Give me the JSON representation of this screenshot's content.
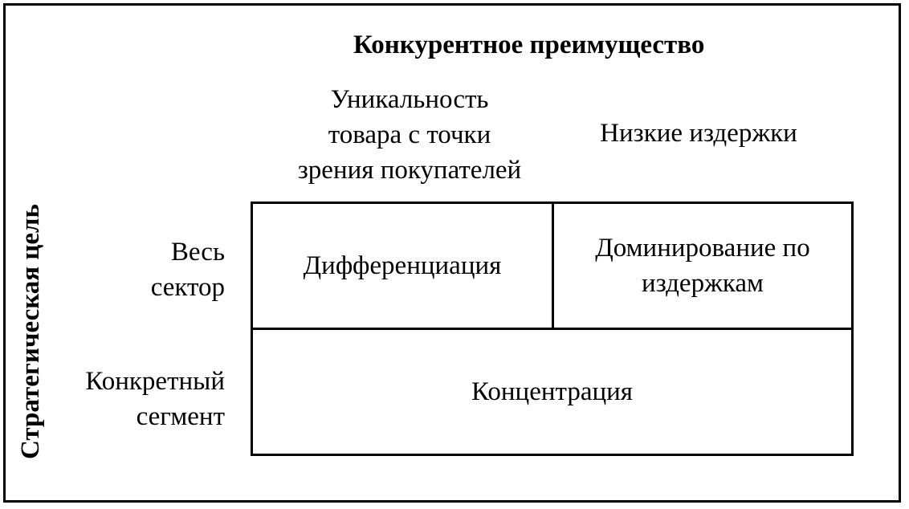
{
  "diagram": {
    "title": "Конкурентное преимущество",
    "columns": [
      {
        "lines": [
          "Уникальность",
          "товара с точки",
          "зрения покупателей"
        ]
      },
      {
        "lines": [
          "Низкие издержки"
        ]
      }
    ],
    "axis_label": "Стратегическая цель",
    "rows": [
      {
        "lines": [
          "Весь",
          "сектор"
        ]
      },
      {
        "lines": [
          "Конкретный",
          "сегмент"
        ]
      }
    ],
    "cells": {
      "differentiation": {
        "lines": [
          "Дифференциация"
        ]
      },
      "cost_leadership": {
        "lines": [
          "Доминирование по",
          "издержкам"
        ]
      },
      "focus": {
        "lines": [
          "Концентрация"
        ]
      }
    }
  }
}
